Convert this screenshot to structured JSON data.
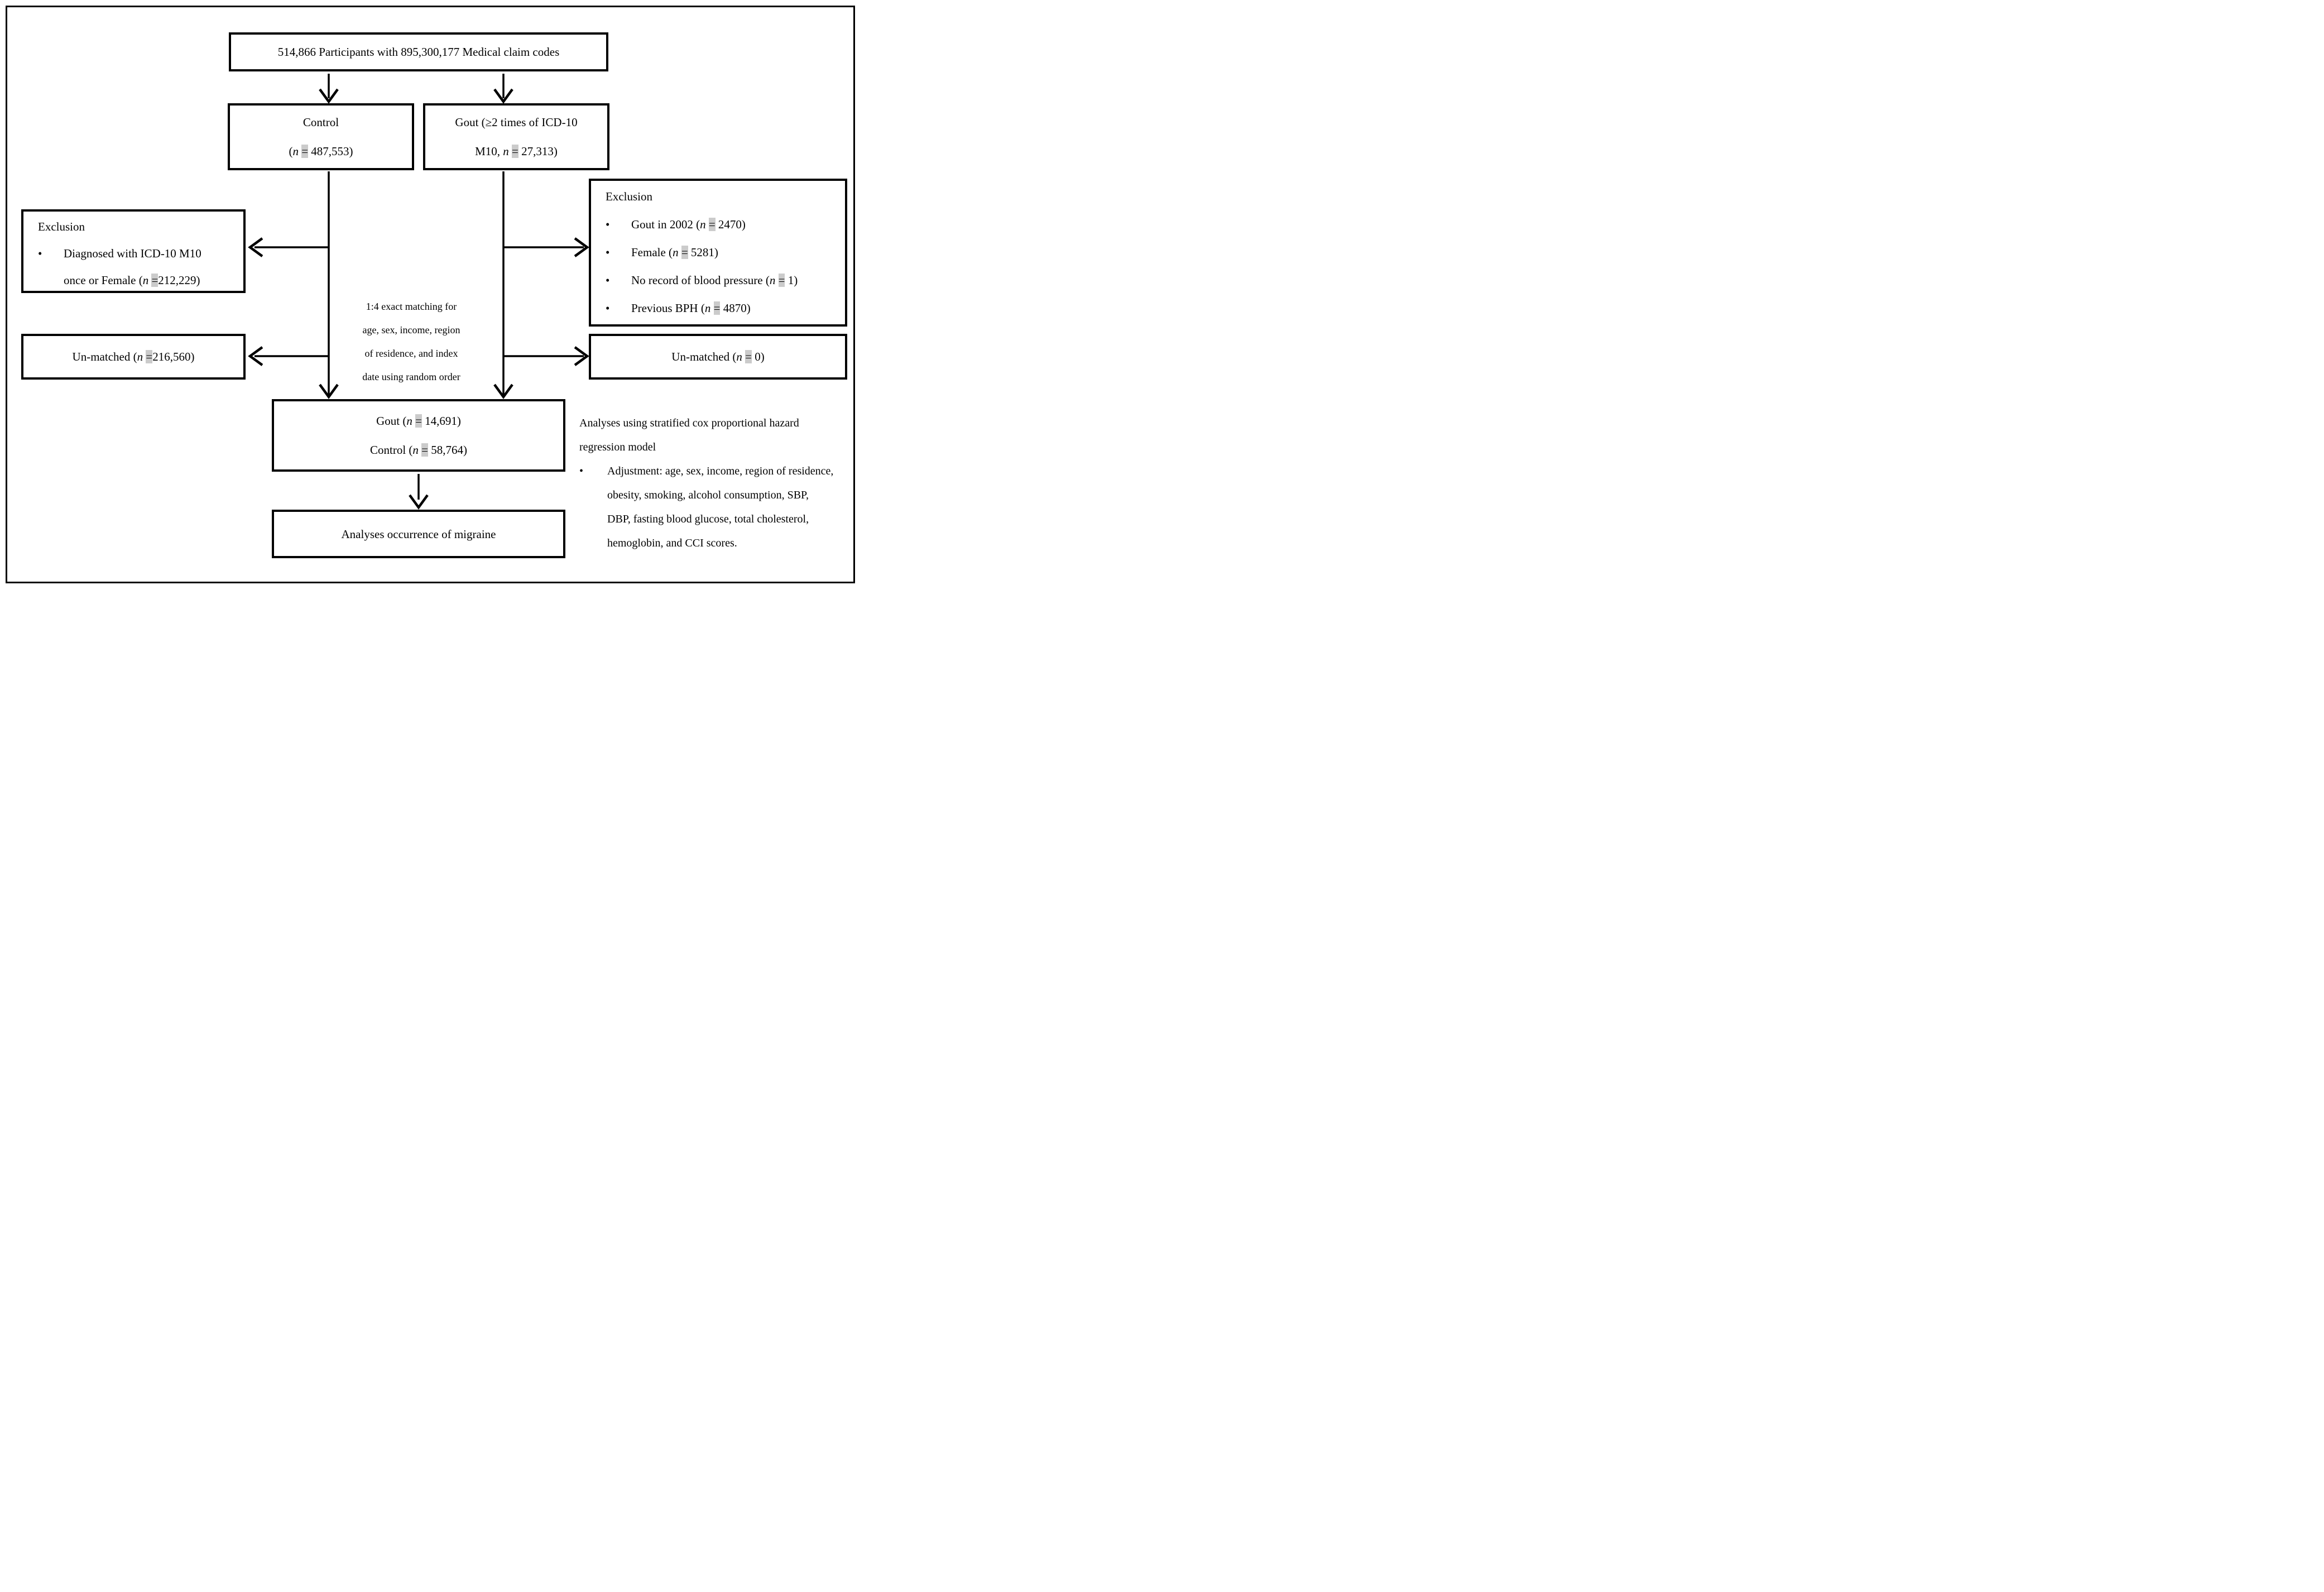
{
  "figure": {
    "bullet_char": "•",
    "top_box": {
      "text": "514,866 Participants with 895,300,177 Medical claim codes"
    },
    "control_box": {
      "lines": [
        "Control",
        "(n = 487,553)"
      ]
    },
    "gout_box": {
      "lines": [
        "Gout (≥2 times of ICD-10",
        "M10, n = 27,313)"
      ]
    },
    "left_exclusion_box": {
      "title": "Exclusion",
      "bullet_lines": [
        "Diagnosed with ICD-10 M10",
        "once or Female (n =212,229)"
      ]
    },
    "right_exclusion_box": {
      "title": "Exclusion",
      "bullets": [
        "Gout in 2002 (n = 2470)",
        "Female (n = 5281)",
        "No record of blood pressure (n = 1)",
        "Previous BPH (n = 4870)"
      ]
    },
    "left_unmatched_box": {
      "text": "Un-matched (n =216,560)"
    },
    "right_unmatched_box": {
      "text": "Un-matched (n = 0)"
    },
    "matching_note": {
      "lines": [
        "1:4 exact matching for",
        "age, sex, income, region",
        "of residence, and index",
        "date using random order"
      ]
    },
    "matched_box": {
      "lines": [
        "Gout (n = 14,691)",
        "Control (n = 58,764)"
      ]
    },
    "outcome_box": {
      "text": "Analyses occurrence of migraine"
    },
    "analysis_note": {
      "lines": [
        "Analyses using stratified cox proportional hazard",
        "regression model"
      ],
      "bullet_lines": [
        "Adjustment: age, sex, income, region of residence,",
        "obesity, smoking, alcohol consumption, SBP,",
        "DBP, fasting blood glucose, total cholesterol,",
        "hemoglobin, and CCI scores."
      ]
    }
  }
}
